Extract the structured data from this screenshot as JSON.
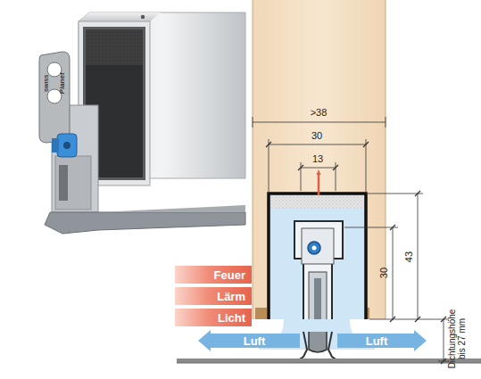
{
  "diagram": {
    "nodes": [
      {
        "text": [
          "Feuer"
        ]
      },
      {
        "text": [
          "Lärm"
        ]
      },
      {
        "text": [
          "Licht"
        ]
      },
      {
        "text": [
          "Luft"
        ]
      },
      {
        "text": [
          "Luft"
        ]
      }
    ],
    "labels": [
      ">38",
      "30",
      "13",
      "30",
      "43",
      "Dichtungshöhe bis 27 mm",
      "SWISS",
      "Planet"
    ]
  }
}
